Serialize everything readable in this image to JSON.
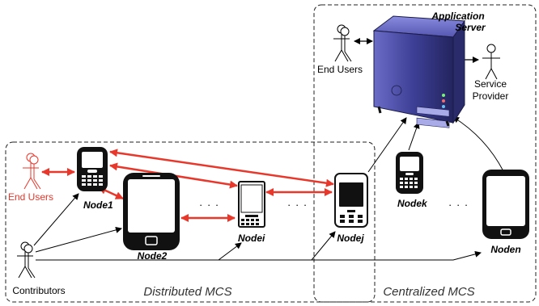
{
  "server": {
    "label_line1": "Application",
    "label_line2": "Server"
  },
  "actors": {
    "end_users_top": "End Users",
    "service_provider_line1": "Service",
    "service_provider_line2": "Provider",
    "end_users_left": "End Users",
    "contributors": "Contributors"
  },
  "nodes": {
    "node1": "Node1",
    "node2": "Node2",
    "nodei": "Nodei",
    "nodej": "Nodej",
    "nodek": "Nodek",
    "noden": "Noden"
  },
  "ellipsis": "· · ·",
  "regions": {
    "distributed": "Distributed MCS",
    "centralized": "Centralized MCS"
  },
  "colors": {
    "red_link": "#e8372b",
    "server_body": "#3b3d8f",
    "phone_body": "#111111"
  }
}
